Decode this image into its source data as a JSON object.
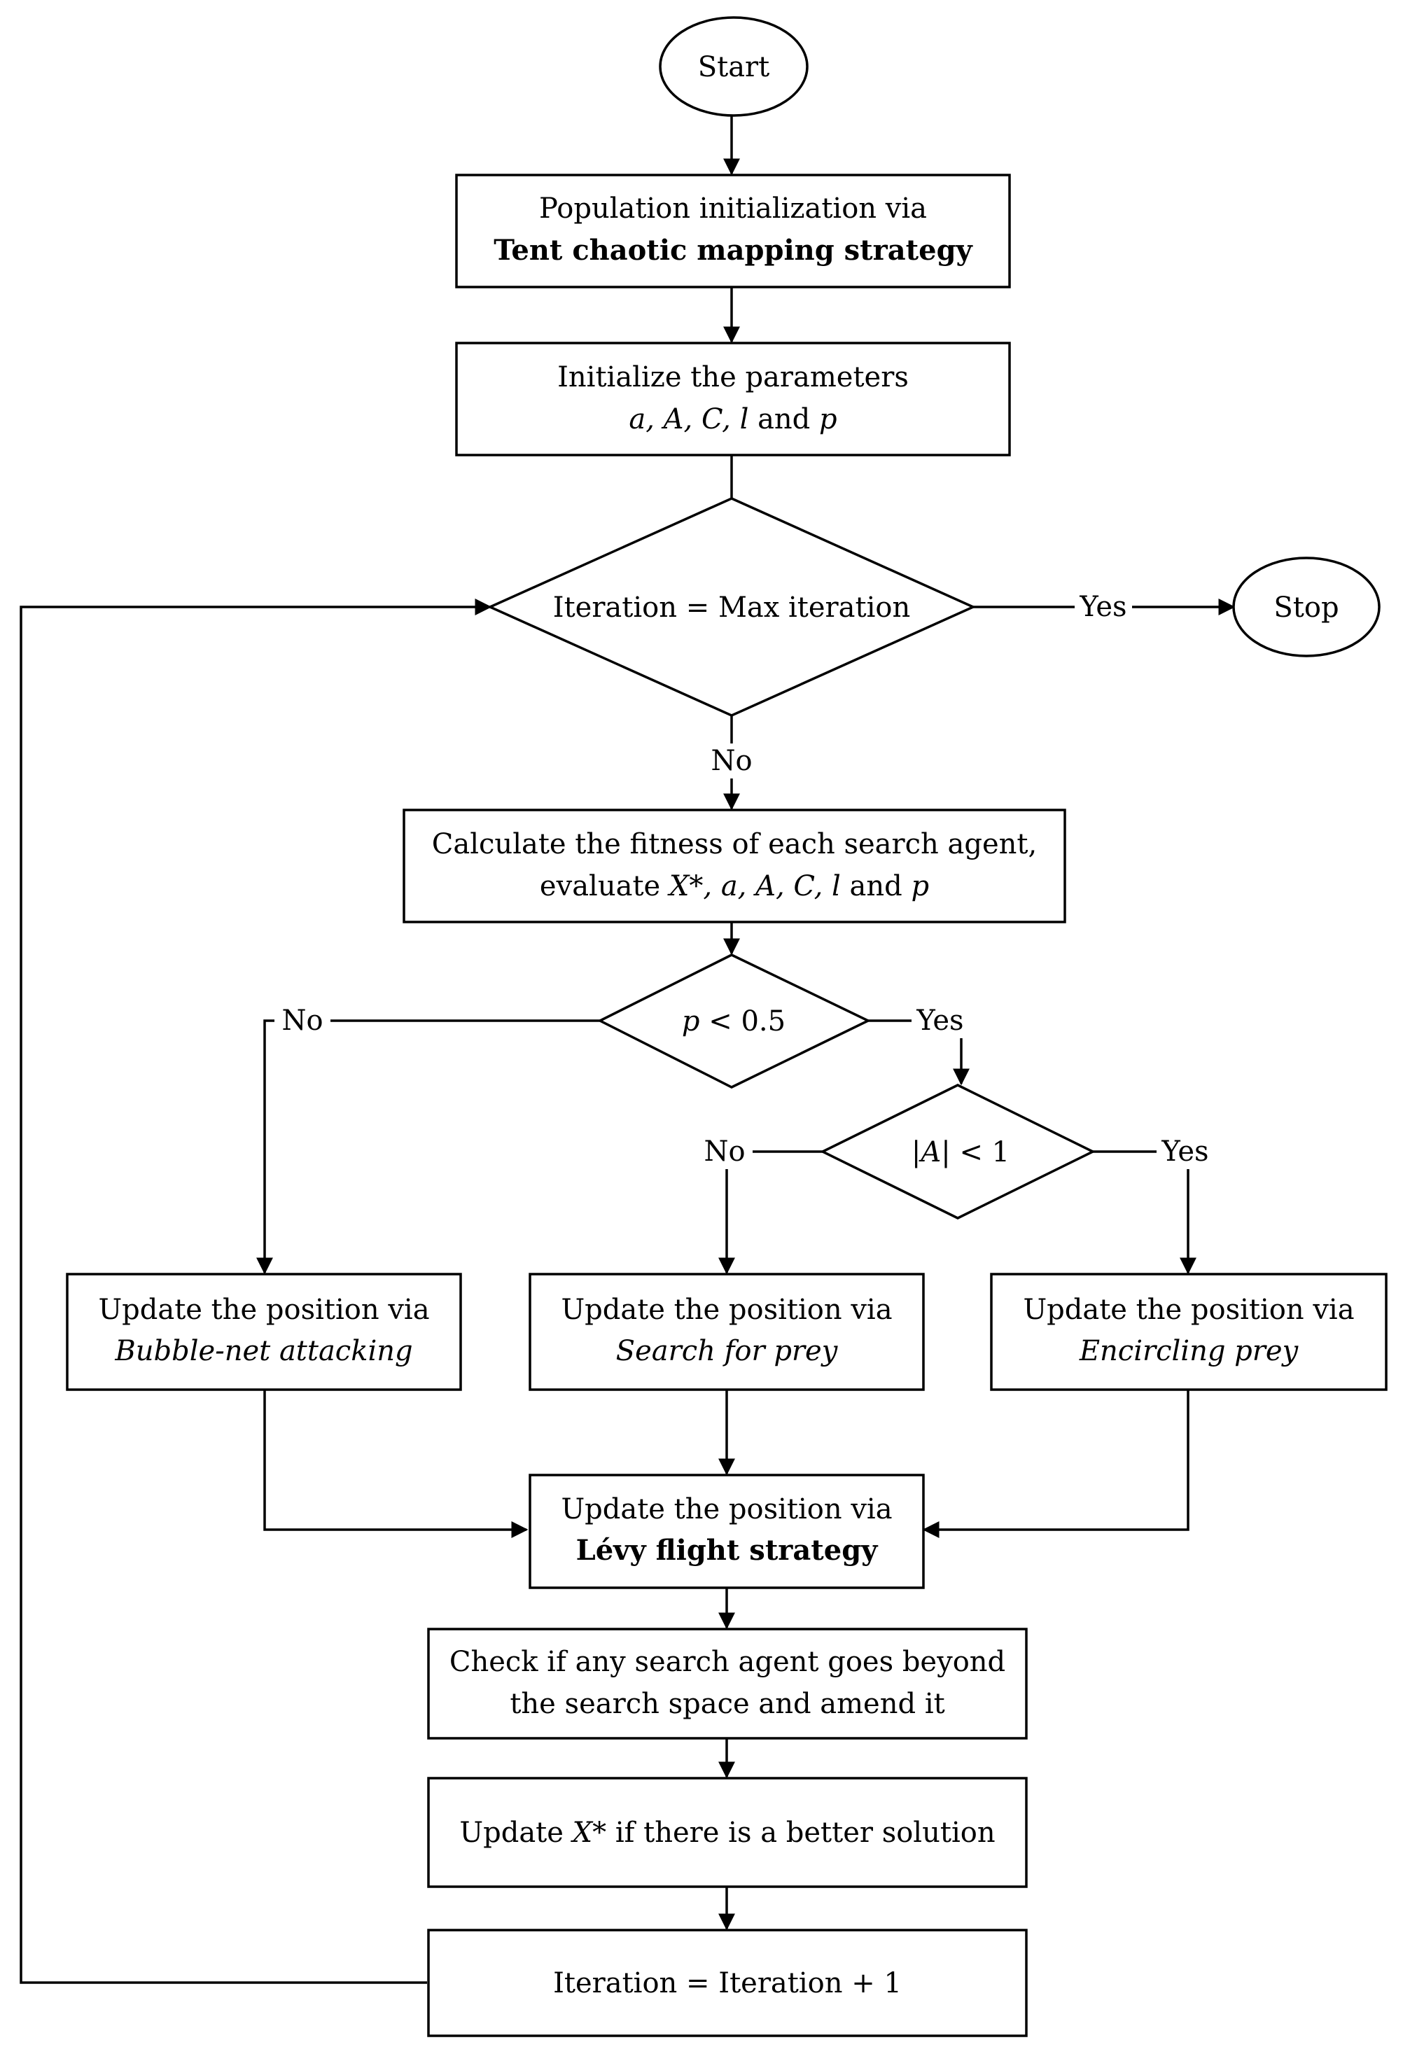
{
  "nodes": {
    "start": "Start",
    "init_pop": [
      "Population initialization via",
      "Tent chaotic mapping strategy"
    ],
    "init_params": [
      "Initialize the parameters",
      "a, A, C, l",
      " and ",
      "p"
    ],
    "max_iter": "Iteration = Max iteration",
    "stop": "Stop",
    "fitness": [
      "Calculate the fitness of each search agent,",
      "evaluate ",
      "X*, a, A, C, l",
      " and ",
      "p"
    ],
    "p_check": [
      "p",
      " < 0.5"
    ],
    "a_check": [
      "|",
      "A",
      "| < 1"
    ],
    "bubble": [
      "Update the position via",
      "Bubble-net attacking"
    ],
    "search": [
      "Update the position via",
      "Search for prey"
    ],
    "encircle": [
      "Update the position via",
      "Encircling prey"
    ],
    "levy": [
      "Update the position via",
      "Lévy flight strategy"
    ],
    "check": [
      "Check if any search agent goes beyond",
      "the search space and amend it"
    ],
    "update_x": [
      "Update ",
      "X*",
      " if there is a better solution"
    ],
    "increment": "Iteration = Iteration + 1"
  },
  "edge_labels": {
    "max_yes": "Yes",
    "max_no": "No",
    "p_no": "No",
    "p_yes": "Yes",
    "a_no": "No",
    "a_yes": "Yes"
  }
}
